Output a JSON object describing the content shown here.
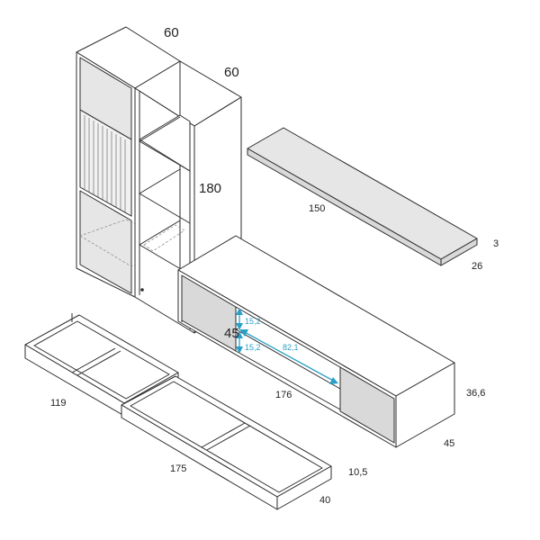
{
  "dimensions": {
    "tall_unit_width": "60",
    "tall_unit_depth": "60",
    "tall_unit_height": "180",
    "shelf_length": "150",
    "shelf_thickness": "3",
    "shelf_depth": "26",
    "base_height_label": "45",
    "inner_height_top": "15,2",
    "inner_height_bottom": "15,2",
    "inner_width": "82,1",
    "base_length": "176",
    "base_height": "36,6",
    "base_depth": "45",
    "tray_small_length": "119",
    "tray_large_length": "175",
    "tray_height": "10,5",
    "tray_depth": "40"
  },
  "colors": {
    "line": "#2b2b2b",
    "door_fill": "#e6e6e6",
    "measure_accent": "#2aa0c8"
  }
}
